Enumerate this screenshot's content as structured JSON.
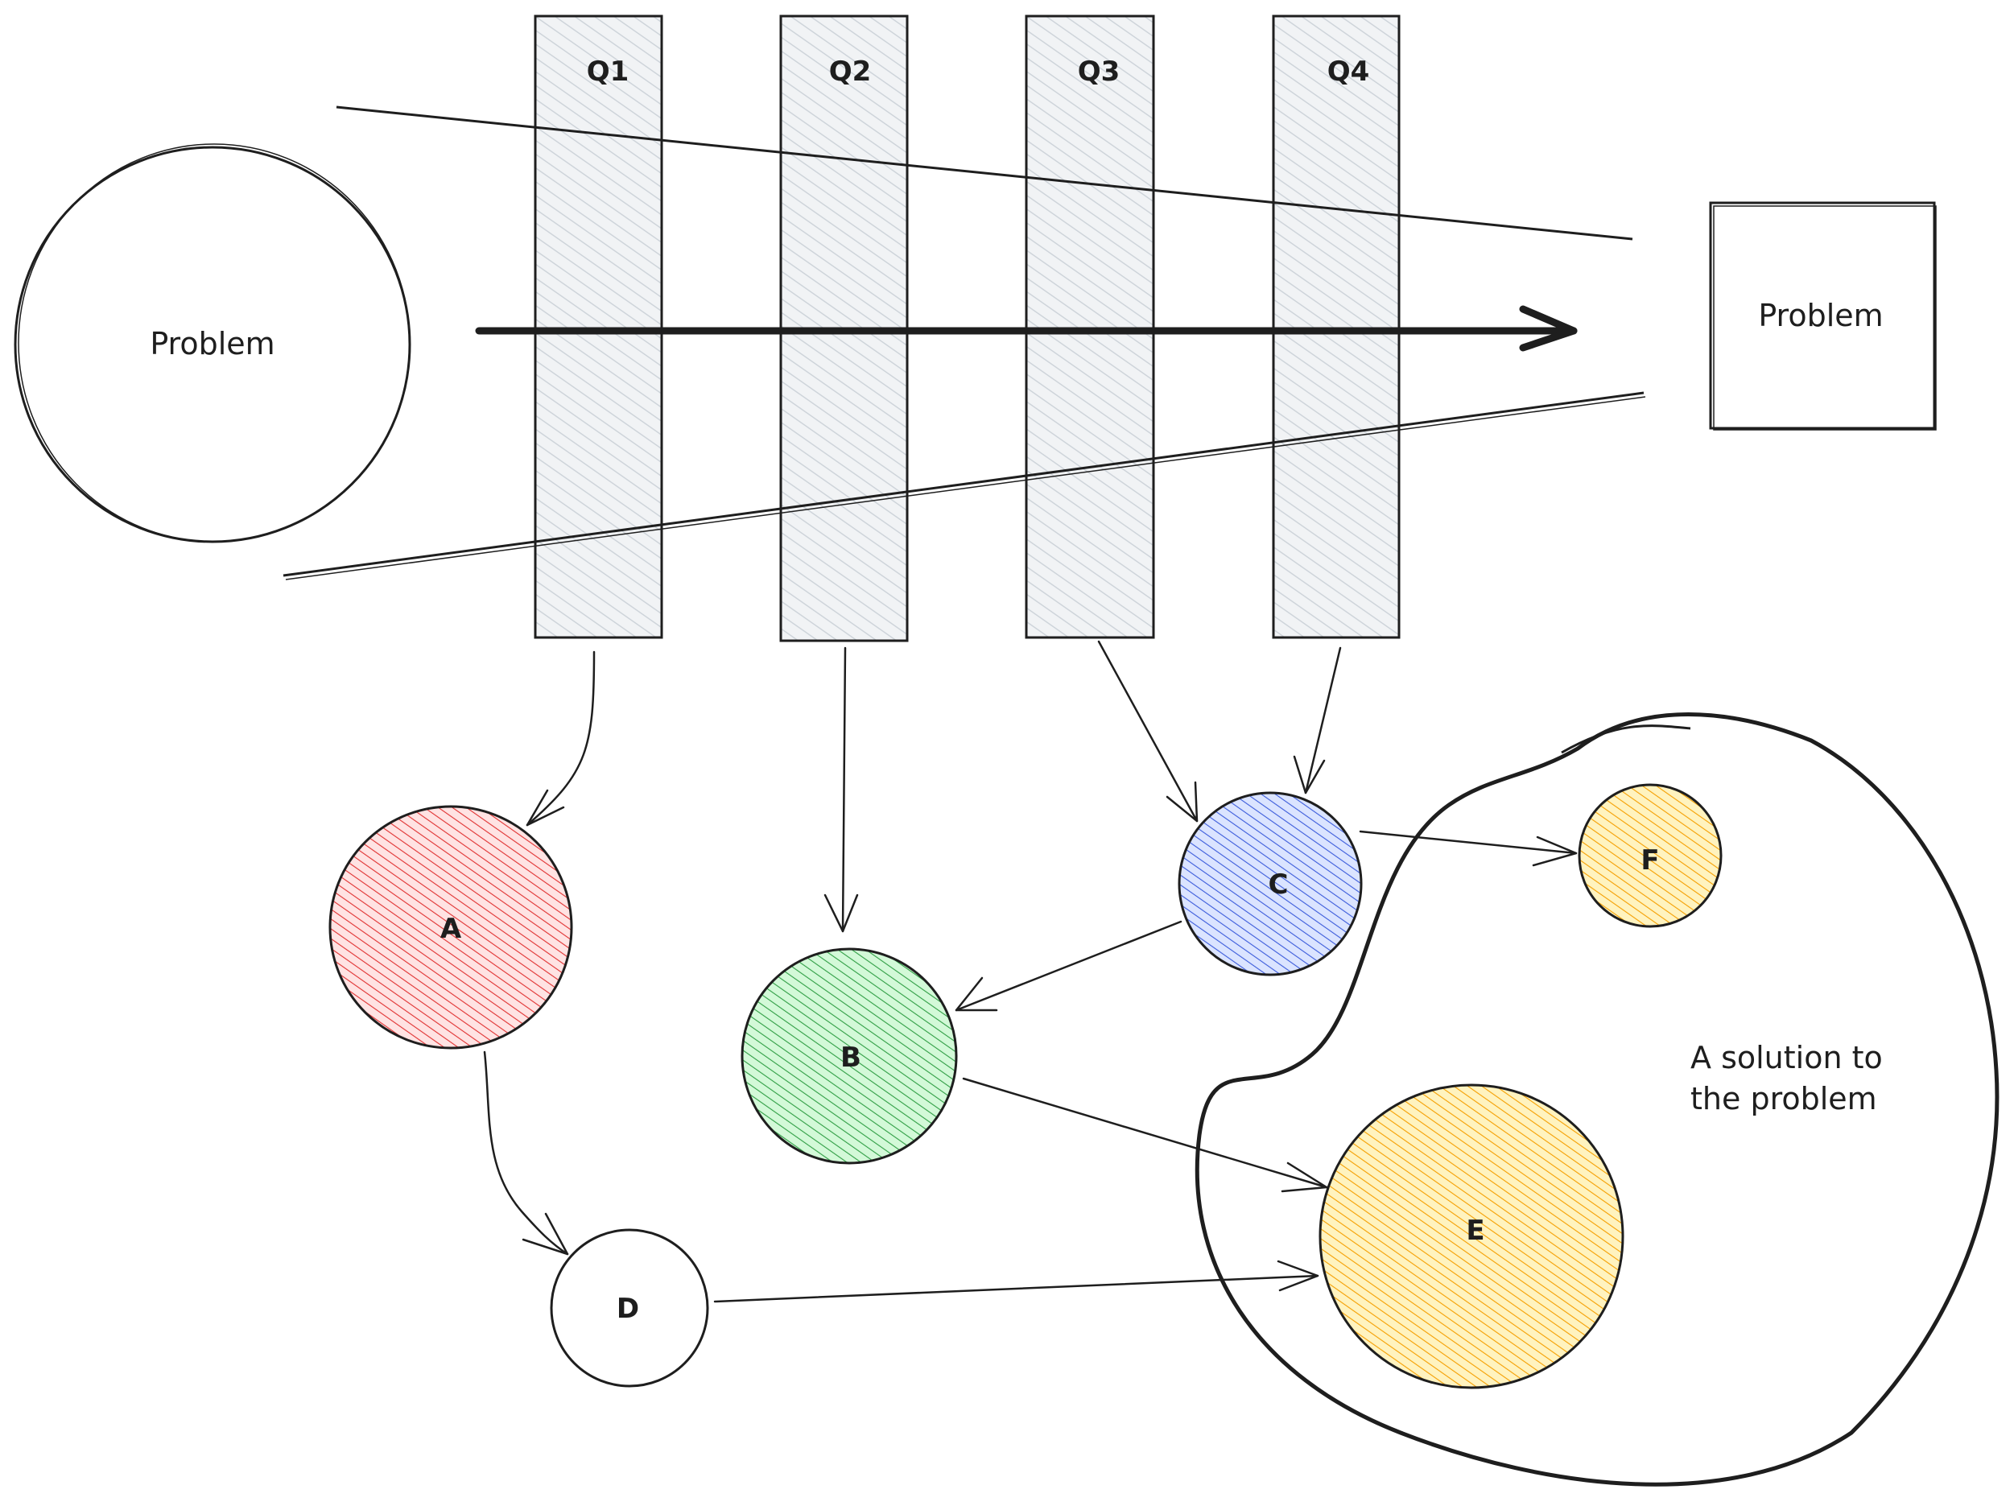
{
  "left_shape": {
    "label": "Problem"
  },
  "right_shape": {
    "label": "Problem"
  },
  "columns": [
    {
      "id": "q1",
      "label": "Q1"
    },
    {
      "id": "q2",
      "label": "Q2"
    },
    {
      "id": "q3",
      "label": "Q3"
    },
    {
      "id": "q4",
      "label": "Q4"
    }
  ],
  "nodes": {
    "a": {
      "label": "A",
      "color": "#e03131"
    },
    "b": {
      "label": "B",
      "color": "#2f9e44"
    },
    "c": {
      "label": "C",
      "color": "#3b5bdb"
    },
    "d": {
      "label": "D",
      "color": "#ffffff"
    },
    "e": {
      "label": "E",
      "color": "#f08c00"
    },
    "f": {
      "label": "F",
      "color": "#f08c00"
    }
  },
  "solution": {
    "line1": "A solution to",
    "line2": "the problem"
  },
  "colors": {
    "stroke": "#1e1e1e",
    "column_hatch": "#ced4da",
    "column_fill": "#f1f3f5"
  }
}
